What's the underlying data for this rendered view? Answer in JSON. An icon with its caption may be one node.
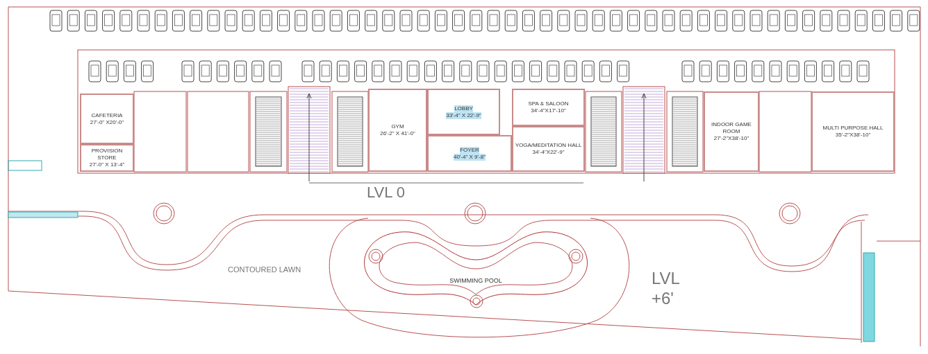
{
  "diagram": {
    "nodes": [
      {
        "text": [
          "CAFETERIA",
          "27'-0\" X20'-0\""
        ]
      },
      {
        "text": [
          "PROVISION STORE",
          "27'-0\" X 13'-4\""
        ]
      },
      {
        "text": [
          "GYM",
          "26'-2\" X 41'-0\""
        ]
      },
      {
        "text": [
          "LOBBY",
          "33'-4\" X 22'-9\""
        ]
      },
      {
        "text": [
          "FOYER",
          "40'-4\" X 9'-8\""
        ]
      },
      {
        "text": [
          "SPA & SALOON",
          "34'-4\"X17'-10\""
        ]
      },
      {
        "text": [
          "YOGA/MEDITATION HALL",
          "34'-4\"X22'-9\""
        ]
      },
      {
        "text": [
          "INDOOR GAME ROOM",
          "27'-2\"X38'-10\""
        ]
      },
      {
        "text": [
          "MULTI PURPOSE HALL",
          "35'-2\"X38'-10\""
        ]
      },
      {
        "text": [
          "SWIMMING POOL"
        ]
      }
    ],
    "edges": [],
    "labels": [
      "LVL 0",
      "CONTOURED LAWN",
      "LVL +6'"
    ]
  }
}
